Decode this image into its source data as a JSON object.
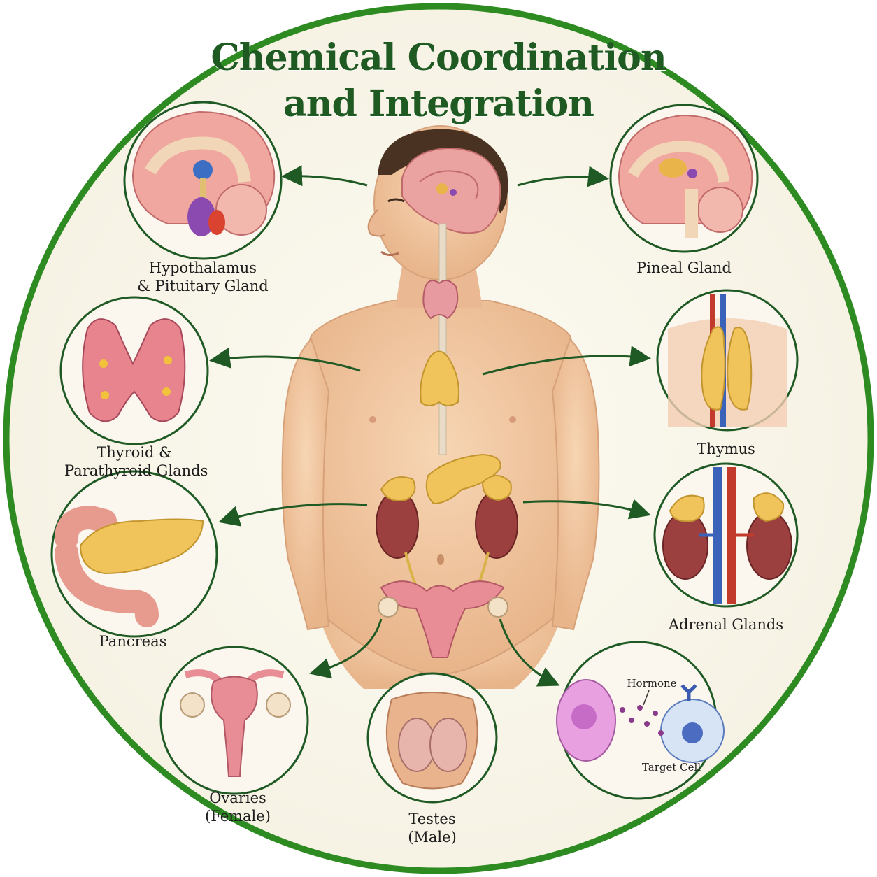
{
  "title": {
    "line1": "Chemical Coordination",
    "line2": "and Integration"
  },
  "labels": {
    "hypothalamus": {
      "line1": "Hypothalamus",
      "line2": "& Pituitary Gland"
    },
    "pineal": "Pineal Gland",
    "thyroid": {
      "line1": "Thyroid &",
      "line2": "Parathyroid Glands"
    },
    "thymus": "Thymus",
    "pancreas": "Pancreas",
    "adrenal": "Adrenal Glands",
    "ovaries": {
      "line1": "Ovaries",
      "line2": "(Female)"
    },
    "testes": {
      "line1": "Testes",
      "line2": "(Male)"
    },
    "hormone": "Hormone",
    "target_cell": "Target Cell"
  },
  "colors": {
    "border_green": "#2e8b22",
    "title_green": "#1e5a22",
    "arrow_green": "#1f5a24",
    "background": "#fbf8ef",
    "skin": "#f2c7a0"
  }
}
